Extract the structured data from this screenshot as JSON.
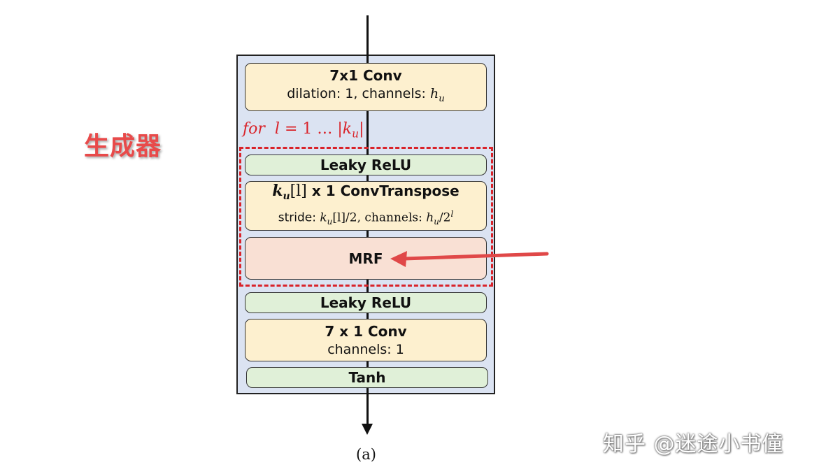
{
  "side_label": "生成器",
  "loop_label": {
    "prefix": "for",
    "var": "l",
    "eq": "= 1 …",
    "bound_base": "k",
    "bound_sub": "u"
  },
  "blocks": {
    "conv_in": {
      "title": "7x1 Conv",
      "sub_text": "dilation: 1, channels: ",
      "sub_var": "h",
      "sub_var_sub": "u"
    },
    "leaky_1": {
      "title": "Leaky ReLU"
    },
    "conv_transpose": {
      "title_var": "k",
      "title_var_sub": "u",
      "title_idx": "[l]",
      "title_rest": " x 1  ConvTranspose",
      "sub_prefix": "stride: ",
      "sub_var": "k",
      "sub_var_sub": "u",
      "sub_idx": "[l]",
      "sub_mid": "/2, channels: ",
      "sub_var2": "h",
      "sub_var2_sub": "u",
      "sub_div": "/2",
      "sub_sup": "l"
    },
    "mrf": {
      "title": "MRF"
    },
    "leaky_2": {
      "title": "Leaky ReLU"
    },
    "conv_out": {
      "title": "7 x 1  Conv",
      "sub": "channels: 1"
    },
    "tanh": {
      "title": "Tanh"
    }
  },
  "caption": "(a)",
  "watermark": "知乎 @迷途小书僮",
  "colors": {
    "container_bg": "#dbe3f2",
    "conv_bg": "#fdf0cf",
    "activation_bg": "#e0f0d8",
    "mrf_bg": "#f9e0d4",
    "dashed_border": "#d9232a",
    "annotation_arrow": "#e04848"
  }
}
